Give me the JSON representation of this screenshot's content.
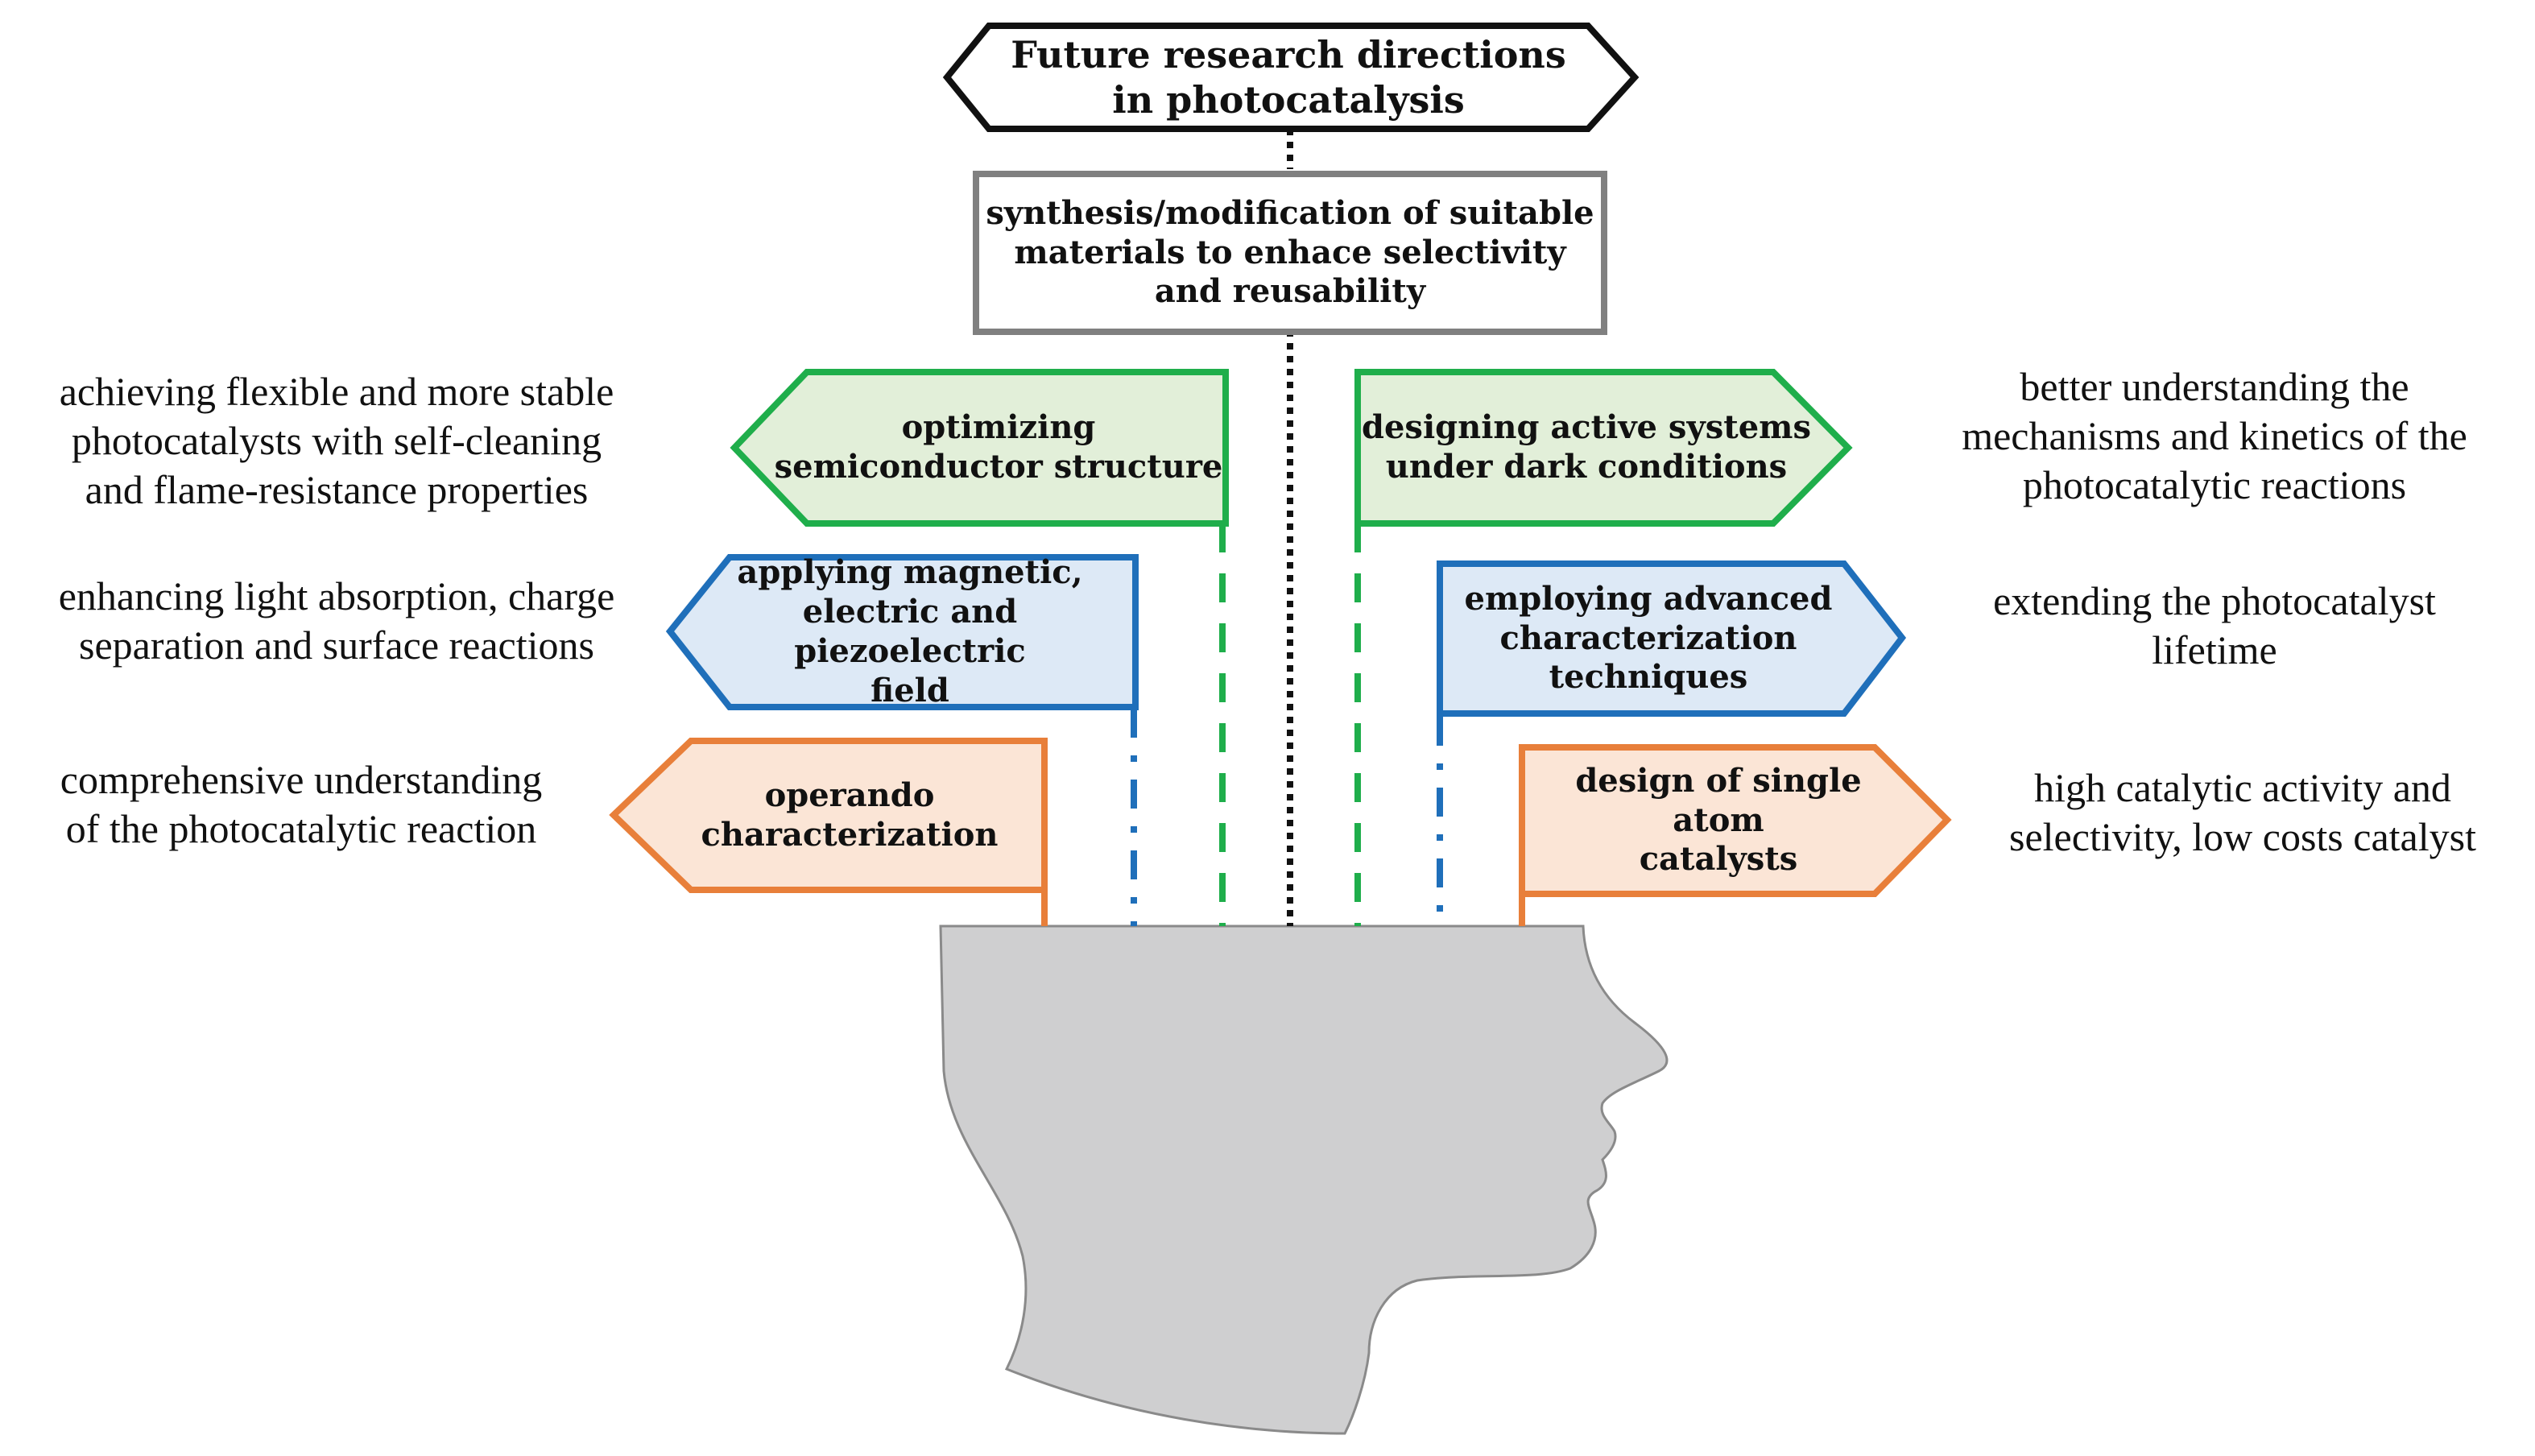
{
  "title": "Future research directions\nin photocatalysis",
  "center_box": "synthesis/modification of suitable\nmaterials to enhace selectivity\nand reusability",
  "colors": {
    "green_stroke": "#1fae4b",
    "green_fill": "#e2efd9",
    "blue_stroke": "#1f6fba",
    "blue_fill": "#dde9f6",
    "orange_stroke": "#e87f3a",
    "orange_fill": "#fbe5d6",
    "gray_stroke": "#808080",
    "head_fill": "#cfcfd0",
    "black": "#111111"
  },
  "left": [
    {
      "box": "optimizing\nsemiconductor structure",
      "note": "achieving flexible and more stable\nphotocatalysts with self-cleaning\nand flame-resistance properties"
    },
    {
      "box": "applying magnetic,\nelectric and piezoelectric\nfield",
      "note": "enhancing light absorption, charge\nseparation and surface reactions"
    },
    {
      "box": "operando\ncharacterization",
      "note": "comprehensive understanding\nof the photocatalytic reaction"
    }
  ],
  "right": [
    {
      "box": "designing active systems\nunder dark conditions",
      "note": "better understanding the\nmechanisms and kinetics of the\nphotocatalytic reactions"
    },
    {
      "box": "employing advanced\ncharacterization\ntechniques",
      "note": "extending the photocatalyst\nlifetime"
    },
    {
      "box": "design of single atom\ncatalysts",
      "note": "high catalytic activity and\nselectivity,  low costs catalyst"
    }
  ]
}
